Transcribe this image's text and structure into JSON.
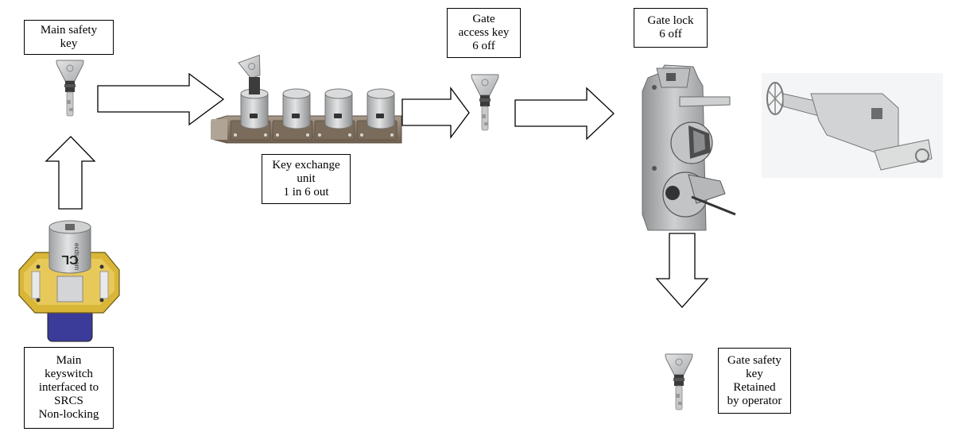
{
  "labels": {
    "main_safety_key": [
      "Main safety",
      "key"
    ],
    "key_exchange_unit": [
      "Key exchange",
      "unit",
      "1 in 6 out"
    ],
    "gate_access_key": [
      "Gate",
      "access key",
      "6 off"
    ],
    "gate_lock": [
      "Gate lock",
      "6 off"
    ],
    "main_keyswitch": [
      "Main",
      "keyswitch",
      "interfaced to",
      "SRCS",
      "Non-locking"
    ],
    "gate_safety_key": [
      "Gate safety",
      "key",
      "Retained",
      "by operator"
    ]
  },
  "device_markings": {
    "keyswitch_brand": "CL",
    "keyswitch_url": "ecds.com"
  },
  "colors": {
    "key_head": "#c9cbcd",
    "metal": "#b7b8ba",
    "bronze_base": "#8a7a68",
    "plate_gold": "#d9b638",
    "knob_blue": "#3a3a9a",
    "outline": "#000000"
  }
}
